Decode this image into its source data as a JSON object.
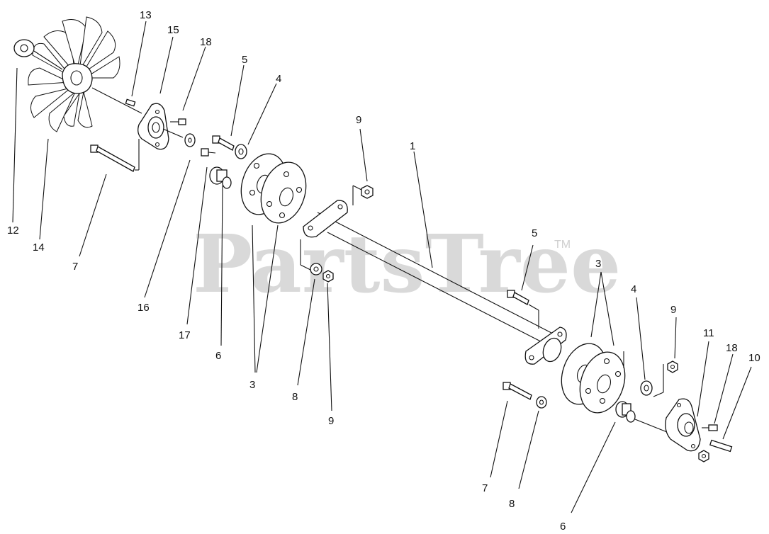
{
  "watermark": {
    "text": "PartsTree",
    "tm": "TM"
  },
  "callouts": [
    {
      "id": "c13",
      "label": "13"
    },
    {
      "id": "c15",
      "label": "15"
    },
    {
      "id": "c18a",
      "label": "18"
    },
    {
      "id": "c5a",
      "label": "5"
    },
    {
      "id": "c4a",
      "label": "4"
    },
    {
      "id": "c9a",
      "label": "9"
    },
    {
      "id": "c1",
      "label": "1"
    },
    {
      "id": "c12",
      "label": "12"
    },
    {
      "id": "c14",
      "label": "14"
    },
    {
      "id": "c7a",
      "label": "7"
    },
    {
      "id": "c16",
      "label": "16"
    },
    {
      "id": "c17",
      "label": "17"
    },
    {
      "id": "c6a",
      "label": "6"
    },
    {
      "id": "c3a",
      "label": "3"
    },
    {
      "id": "c8a",
      "label": "8"
    },
    {
      "id": "c9b",
      "label": "9"
    },
    {
      "id": "c5b",
      "label": "5"
    },
    {
      "id": "c3b",
      "label": "3"
    },
    {
      "id": "c4b",
      "label": "4"
    },
    {
      "id": "c9c",
      "label": "9"
    },
    {
      "id": "c11",
      "label": "11"
    },
    {
      "id": "c18b",
      "label": "18"
    },
    {
      "id": "c10",
      "label": "10"
    },
    {
      "id": "c7b",
      "label": "7"
    },
    {
      "id": "c8b",
      "label": "8"
    },
    {
      "id": "c6b",
      "label": "6"
    }
  ]
}
